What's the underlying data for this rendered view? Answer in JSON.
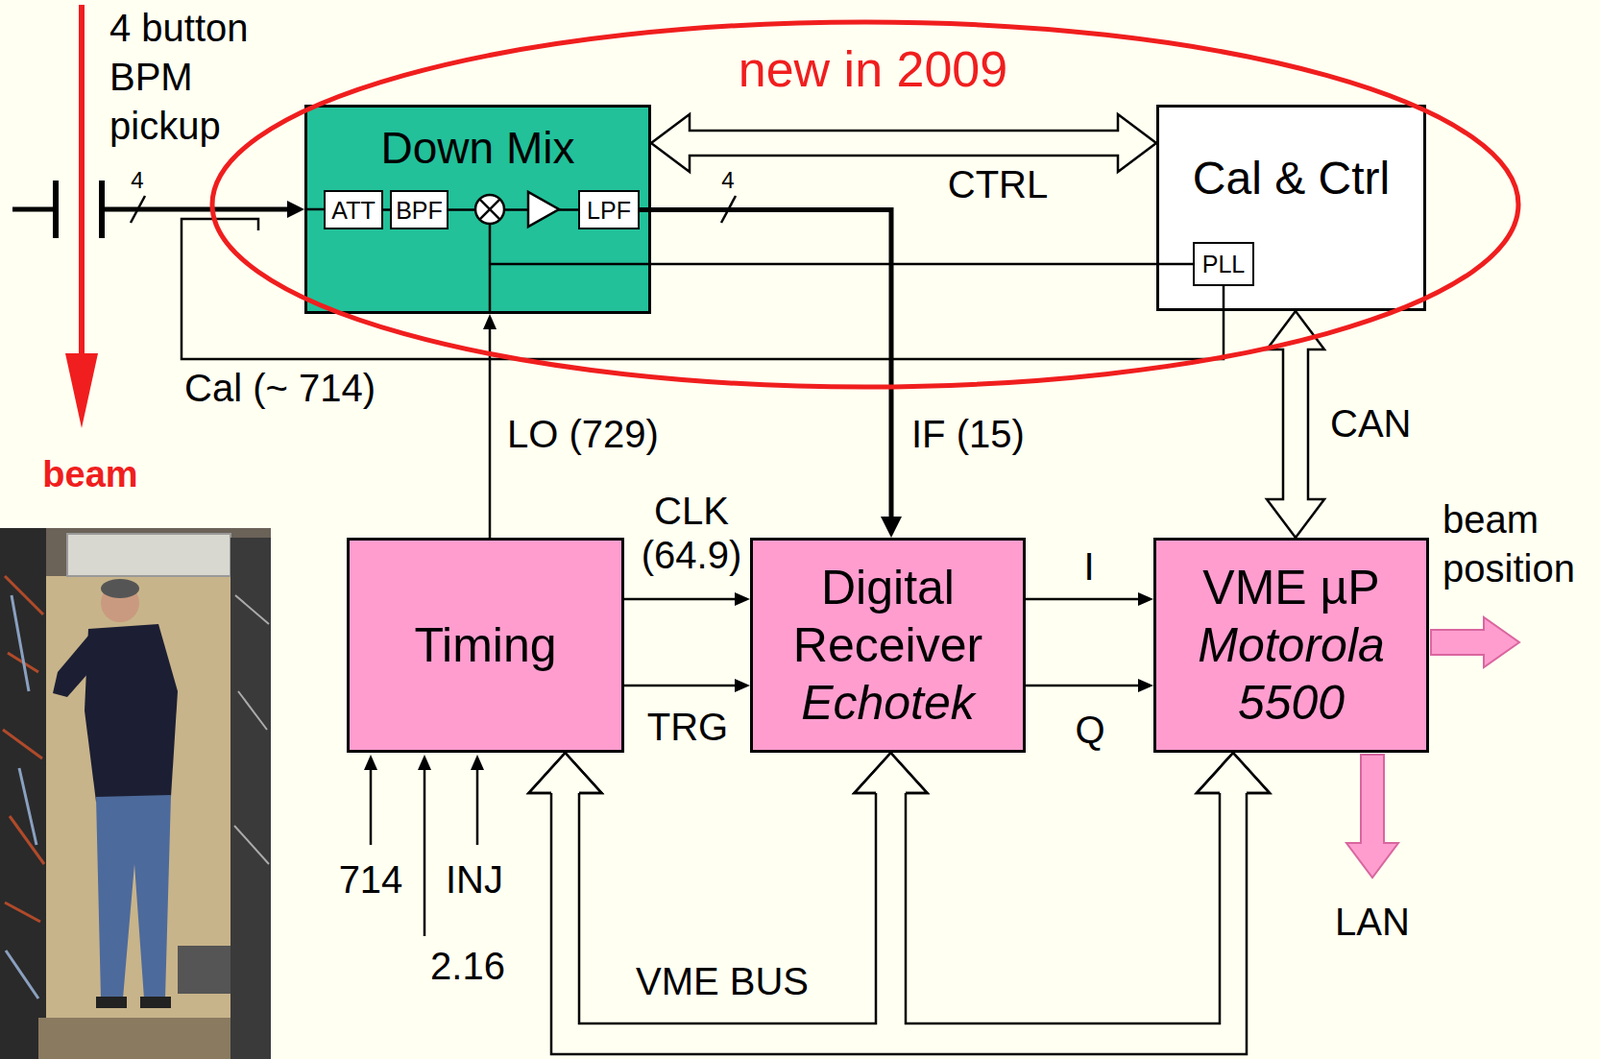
{
  "diagram": {
    "nodes": [
      {
        "text": [
          "Down Mix"
        ]
      },
      {
        "text": [
          "ATT"
        ],
        "in": 0
      },
      {
        "text": [
          "BPF"
        ],
        "in": 0
      },
      {
        "text": [
          "LPF"
        ],
        "in": 0
      },
      {
        "text": [
          "Cal & Ctrl"
        ]
      },
      {
        "text": [
          "PLL"
        ],
        "in": 4
      },
      {
        "text": [
          "Timing"
        ]
      },
      {
        "text": [
          "Digital Receiver",
          "Echotek"
        ]
      },
      {
        "text": [
          "VME µP",
          "Motorola 5500"
        ]
      }
    ],
    "edges": [
      {
        "from": 1,
        "to": 2,
        "arrow": "none"
      },
      {
        "from": 2,
        "to": 3,
        "arrow": "none"
      },
      {
        "from": 0,
        "to": 4,
        "label": "CTRL",
        "arrow": "both"
      },
      {
        "from": 6,
        "to": 0,
        "label": "LO (729)",
        "arrow": "to"
      },
      {
        "from": 3,
        "to": 7,
        "label": "IF (15)",
        "arrow": "to"
      },
      {
        "from": 5,
        "to": 0,
        "arrow": "none"
      },
      {
        "from": 6,
        "to": 7,
        "label": "CLK (64.9)",
        "arrow": "to"
      },
      {
        "from": 6,
        "to": 7,
        "label": "TRG",
        "arrow": "to"
      },
      {
        "from": 7,
        "to": 8,
        "label": "I",
        "arrow": "to"
      },
      {
        "from": 7,
        "to": 8,
        "label": "Q",
        "arrow": "to"
      },
      {
        "from": 4,
        "to": 8,
        "label": "CAN",
        "arrow": "both"
      },
      {
        "from": 6,
        "to": 7,
        "label": "VME BUS",
        "arrow": "both"
      },
      {
        "from": 7,
        "to": 8,
        "arrow": "both"
      },
      {
        "from": 6,
        "to": 8,
        "arrow": "both"
      }
    ],
    "labels": [
      "new in 2009",
      "4 button BPM pickup",
      "beam",
      "4",
      "4",
      "Cal (~ 714)",
      "714",
      "INJ",
      "2.16",
      "beam position",
      "LAN"
    ]
  }
}
